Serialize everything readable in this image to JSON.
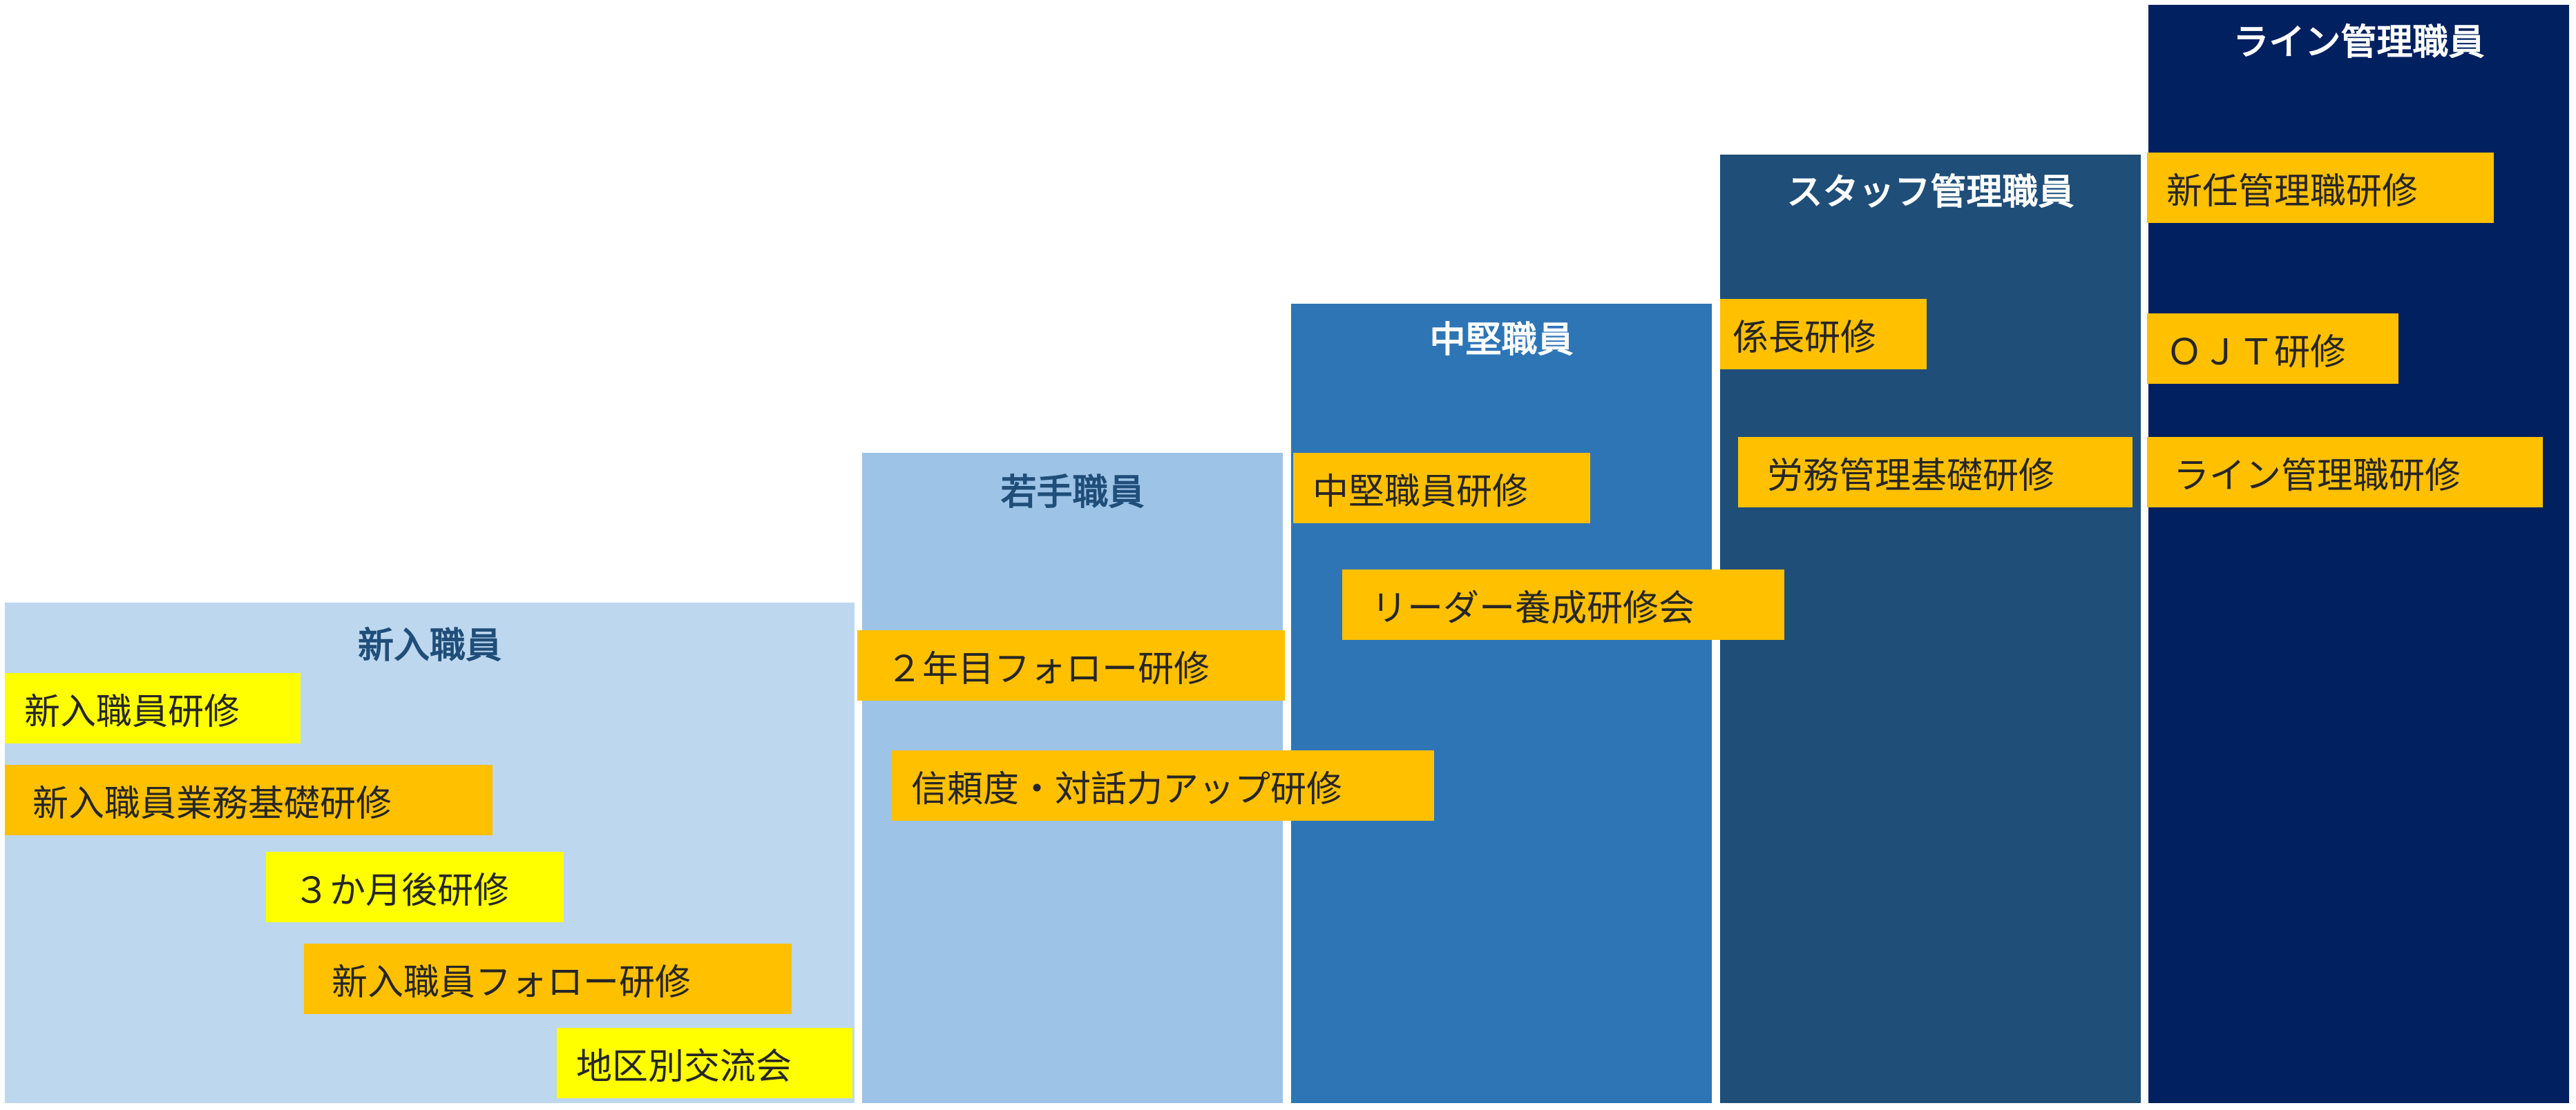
{
  "levels": [
    {
      "title": "新入職員",
      "color": "#BDD7EE"
    },
    {
      "title": "若手職員",
      "color": "#9DC3E6"
    },
    {
      "title": "中堅職員",
      "color": "#2E75B6"
    },
    {
      "title": "スタッフ管理職員",
      "color": "#1F4E79"
    },
    {
      "title": "ライン管理職員",
      "color": "#002060"
    }
  ],
  "trainings": [
    "新入職員研修",
    "新入職員業務基礎研修",
    "３か月後研修",
    "新入職員フォロー研修",
    "地区別交流会",
    "２年目フォロー研修",
    "信頼度・対話力アップ研修",
    "中堅職員研修",
    "リーダー養成研修会",
    "係長研修",
    "労務管理基礎研修",
    "新任管理職研修",
    "ＯＪＴ研修",
    "ライン管理職研修"
  ],
  "colors": {
    "yellow": "#FFFF00",
    "orange": "#FFC000"
  }
}
